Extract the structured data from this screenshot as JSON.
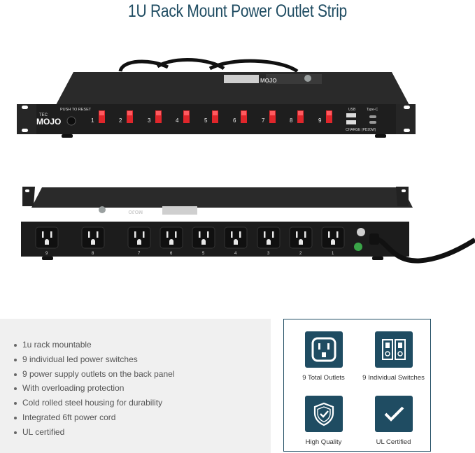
{
  "title": "1U Rack Mount  Power Outlet Strip",
  "front_panel": {
    "brand_prefix": "TEC",
    "brand": "MOJO",
    "reset_label": "PUSH TO RESET",
    "switch_numbers": [
      "1",
      "2",
      "3",
      "4",
      "5",
      "6",
      "7",
      "8",
      "9"
    ],
    "usb_label": "USB",
    "typec_label": "Type-C",
    "charge_label": "CHARGE (PD20W)",
    "top_brand": "MOJO"
  },
  "back_panel": {
    "outlet_numbers": [
      "9",
      "8",
      "7",
      "6",
      "5",
      "4",
      "3",
      "2",
      "1"
    ],
    "brand": "MOJO"
  },
  "features_list": [
    "1u rack mountable",
    "9 individual led power switches",
    "9 power supply outlets on the back panel",
    "With overloading protection",
    "Cold rolled steel housing for durability",
    "Integrated 6ft power cord",
    "UL certified"
  ],
  "feature_tiles": [
    {
      "icon": "outlet-icon",
      "label": "9 Total Outlets"
    },
    {
      "icon": "switches-icon",
      "label": "9 Individual Switches"
    },
    {
      "icon": "shield-check-icon",
      "label": "High Quality"
    },
    {
      "icon": "checkmark-icon",
      "label": "UL Certified"
    }
  ],
  "colors": {
    "accent": "#1f4c62",
    "switch_red": "#e0262b",
    "panel_black": "#1e1e1e",
    "bullet_bg": "#f0f0f0",
    "ground_green": "#3aa548"
  }
}
